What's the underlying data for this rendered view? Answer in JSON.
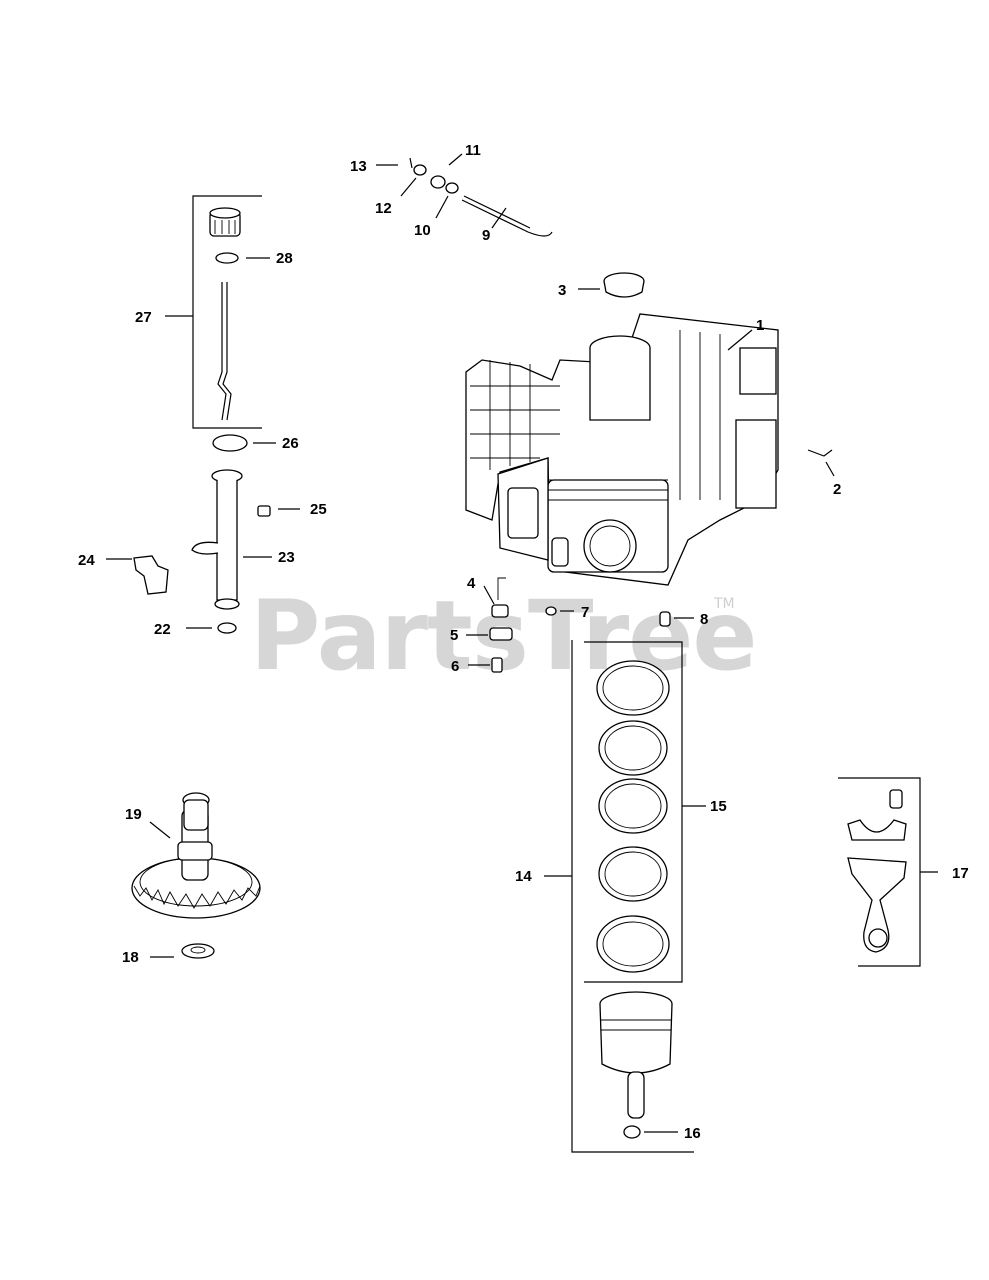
{
  "watermark": {
    "brand": "PartsTree",
    "tm": "TM"
  },
  "callouts": [
    "1",
    "2",
    "3",
    "4",
    "5",
    "6",
    "7",
    "8",
    "9",
    "10",
    "11",
    "12",
    "13",
    "14",
    "15",
    "16",
    "17",
    "18",
    "19",
    "22",
    "23",
    "24",
    "25",
    "26",
    "27",
    "28"
  ]
}
